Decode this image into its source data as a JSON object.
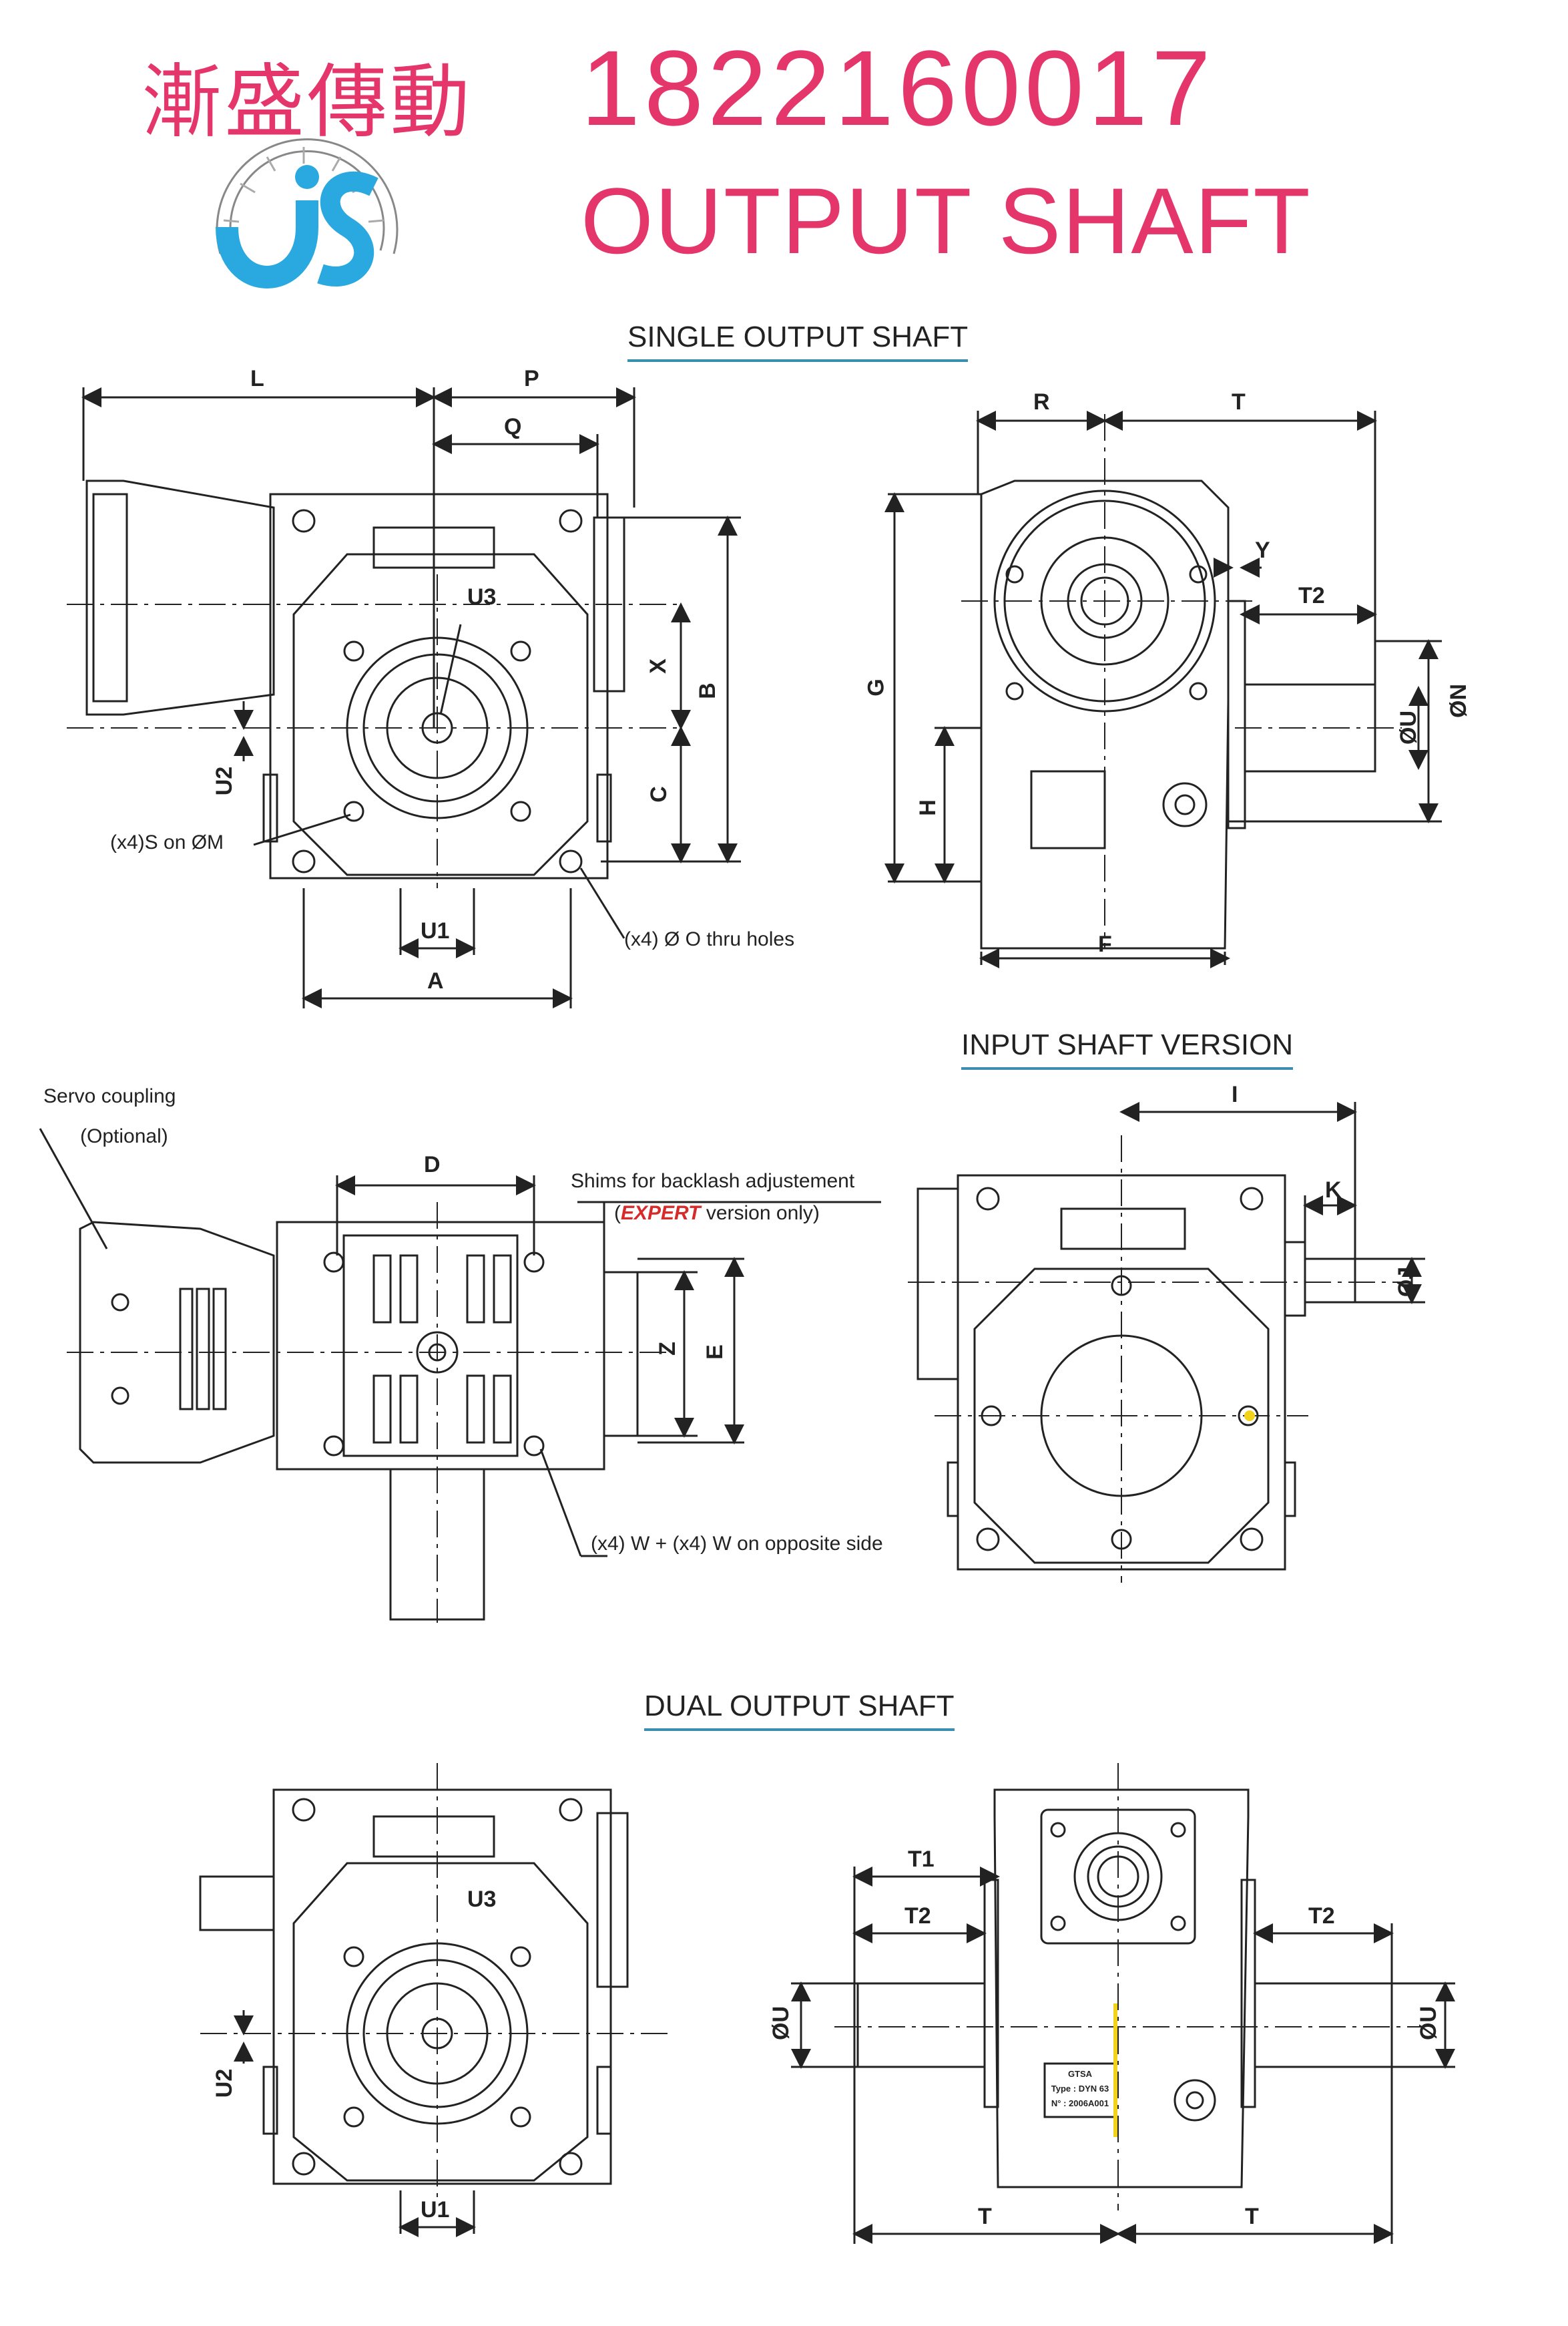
{
  "header": {
    "company": "漸盛傳動",
    "phone": "1822160017",
    "title": "OUTPUT SHAFT"
  },
  "sections": {
    "single": "SINGLE OUTPUT SHAFT",
    "input": "INPUT SHAFT VERSION",
    "dual": "DUAL OUTPUT SHAFT"
  },
  "dims": {
    "L": "L",
    "P": "P",
    "Q": "Q",
    "U3": "U3",
    "X": "X",
    "B": "B",
    "C": "C",
    "U2": "U2",
    "U1": "U1",
    "A": "A",
    "R": "R",
    "T": "T",
    "Y": "Y",
    "T2": "T2",
    "G": "G",
    "H": "H",
    "F": "F",
    "U": "ØU",
    "N": "ØN",
    "D": "D",
    "Z": "Z",
    "E": "E",
    "I": "I",
    "K": "K",
    "J": "ØJ",
    "T1": "T1"
  },
  "notes": {
    "s_on_m": "(x4)S on ØM",
    "o_thru": "(x4) Ø O thru holes",
    "servo": "Servo coupling",
    "optional": "(Optional)",
    "shims": "Shims for backlash adjustement",
    "expert_pre": "(",
    "expert": "EXPERT",
    "expert_post": " version only)",
    "w_holes": "(x4) W + (x4) W on opposite side"
  },
  "plate": {
    "brand": "GTSA",
    "type": "Type : DYN 63",
    "serial": "N° : 2006A001"
  },
  "colors": {
    "accent": "#e5366b",
    "underline": "#3a8fb0",
    "logo_blue": "#2aa8e0",
    "expert_red": "#d72a2a"
  }
}
